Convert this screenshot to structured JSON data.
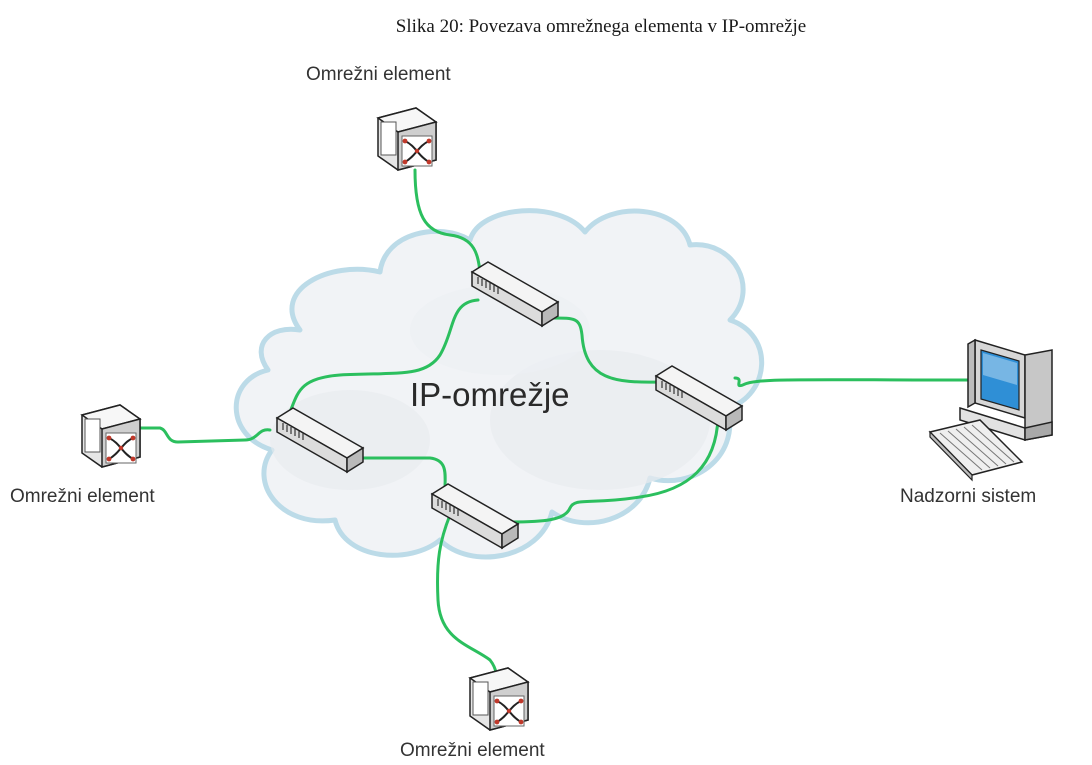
{
  "caption": "Slika 20: Povezava omrežnega elementa v IP-omrežje",
  "cloud": {
    "label": "IP-omrežje"
  },
  "nodes": {
    "element_top": {
      "label": "Omrežni element",
      "icon": "network-element-icon"
    },
    "element_left": {
      "label": "Omrežni element",
      "icon": "network-element-icon"
    },
    "element_bottom": {
      "label": "Omrežni element",
      "icon": "network-element-icon"
    },
    "monitoring": {
      "label": "Nadzorni sistem",
      "icon": "computer-icon"
    },
    "switches": [
      "switch-icon",
      "switch-icon",
      "switch-icon",
      "switch-icon"
    ]
  },
  "colors": {
    "link": "#2bbf5e",
    "cloud_fill": "#f1f3f6",
    "cloud_stroke": "#bcdbe8"
  }
}
